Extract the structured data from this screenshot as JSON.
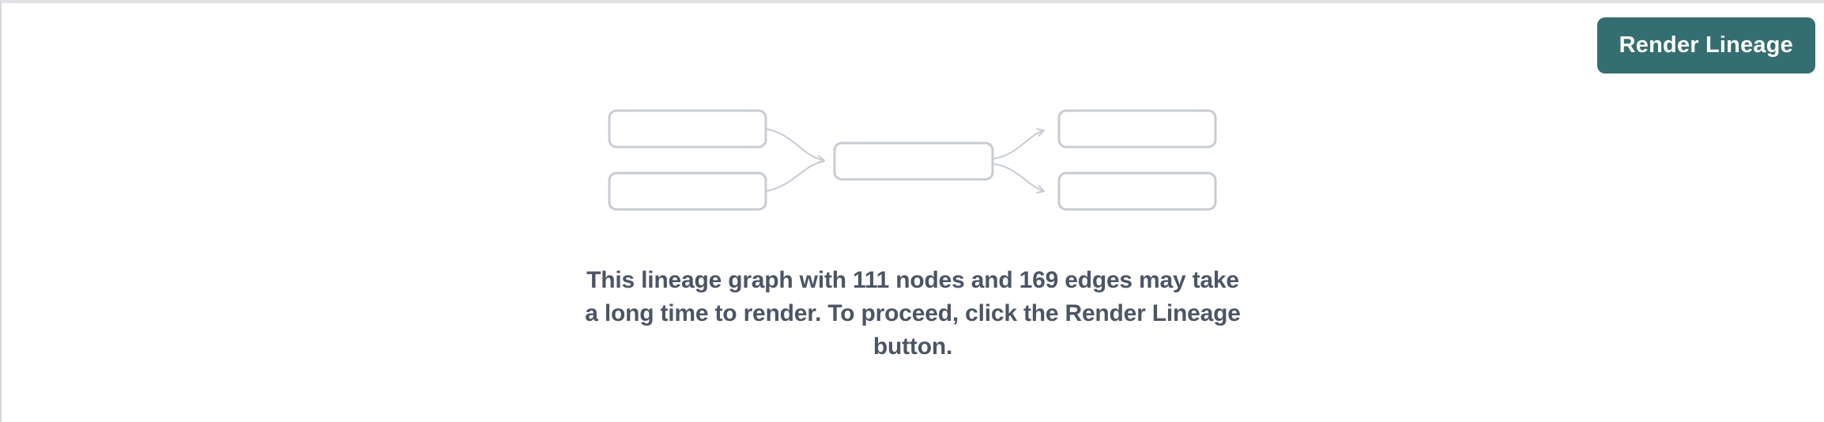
{
  "panel": {
    "background": "#ffffff",
    "top_border_color": "#e2e3e6",
    "left_border_color": "#d6d7da"
  },
  "toolbar": {
    "render_button_label": "Render Lineage",
    "button_background": "#356e70",
    "button_text_color": "#ffffff"
  },
  "illustration": {
    "description": "Placeholder mini lineage graph: two source nodes flowing into one middle node, which flows into two target nodes",
    "node_boxes": 5,
    "edges": 4,
    "stroke_color": "#c7ccd4"
  },
  "message": {
    "full_text": "This lineage graph with 111 nodes and 169 edges may take a long time to render. To proceed, click the Render Lineage button.",
    "lines": [
      "This lineage graph with 111 nodes and 169 edges may take",
      "a long time to render. To proceed, click the Render Lineage",
      "button."
    ],
    "node_count": 111,
    "edge_count": 169,
    "text_color": "#4c5566"
  }
}
